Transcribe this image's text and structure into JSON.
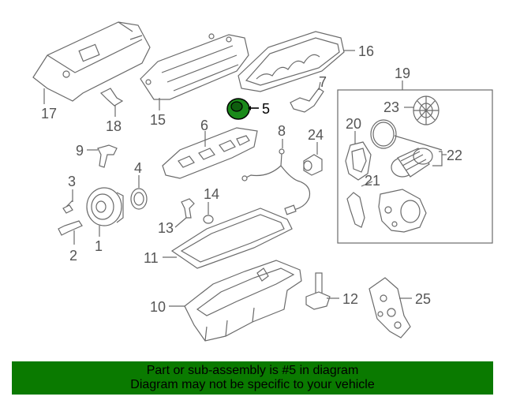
{
  "callouts": {
    "c1": "1",
    "c2": "2",
    "c3": "3",
    "c4": "4",
    "c5": "5",
    "c6": "6",
    "c7": "7",
    "c8": "8",
    "c9": "9",
    "c10": "10",
    "c11": "11",
    "c12": "12",
    "c13": "13",
    "c14": "14",
    "c15": "15",
    "c16": "16",
    "c17": "17",
    "c18": "18",
    "c19": "19",
    "c20": "20",
    "c21": "21",
    "c22": "22",
    "c23": "23",
    "c24": "24",
    "c25": "25"
  },
  "highlighted_part": "5",
  "colors": {
    "highlight_part": "#1a8a1a",
    "banner": "#0a7a00",
    "line": "#6a6a6a"
  },
  "banner": {
    "line1": "Part or sub-assembly is #5 in diagram",
    "line2": "Diagram may not be specific to your vehicle"
  }
}
